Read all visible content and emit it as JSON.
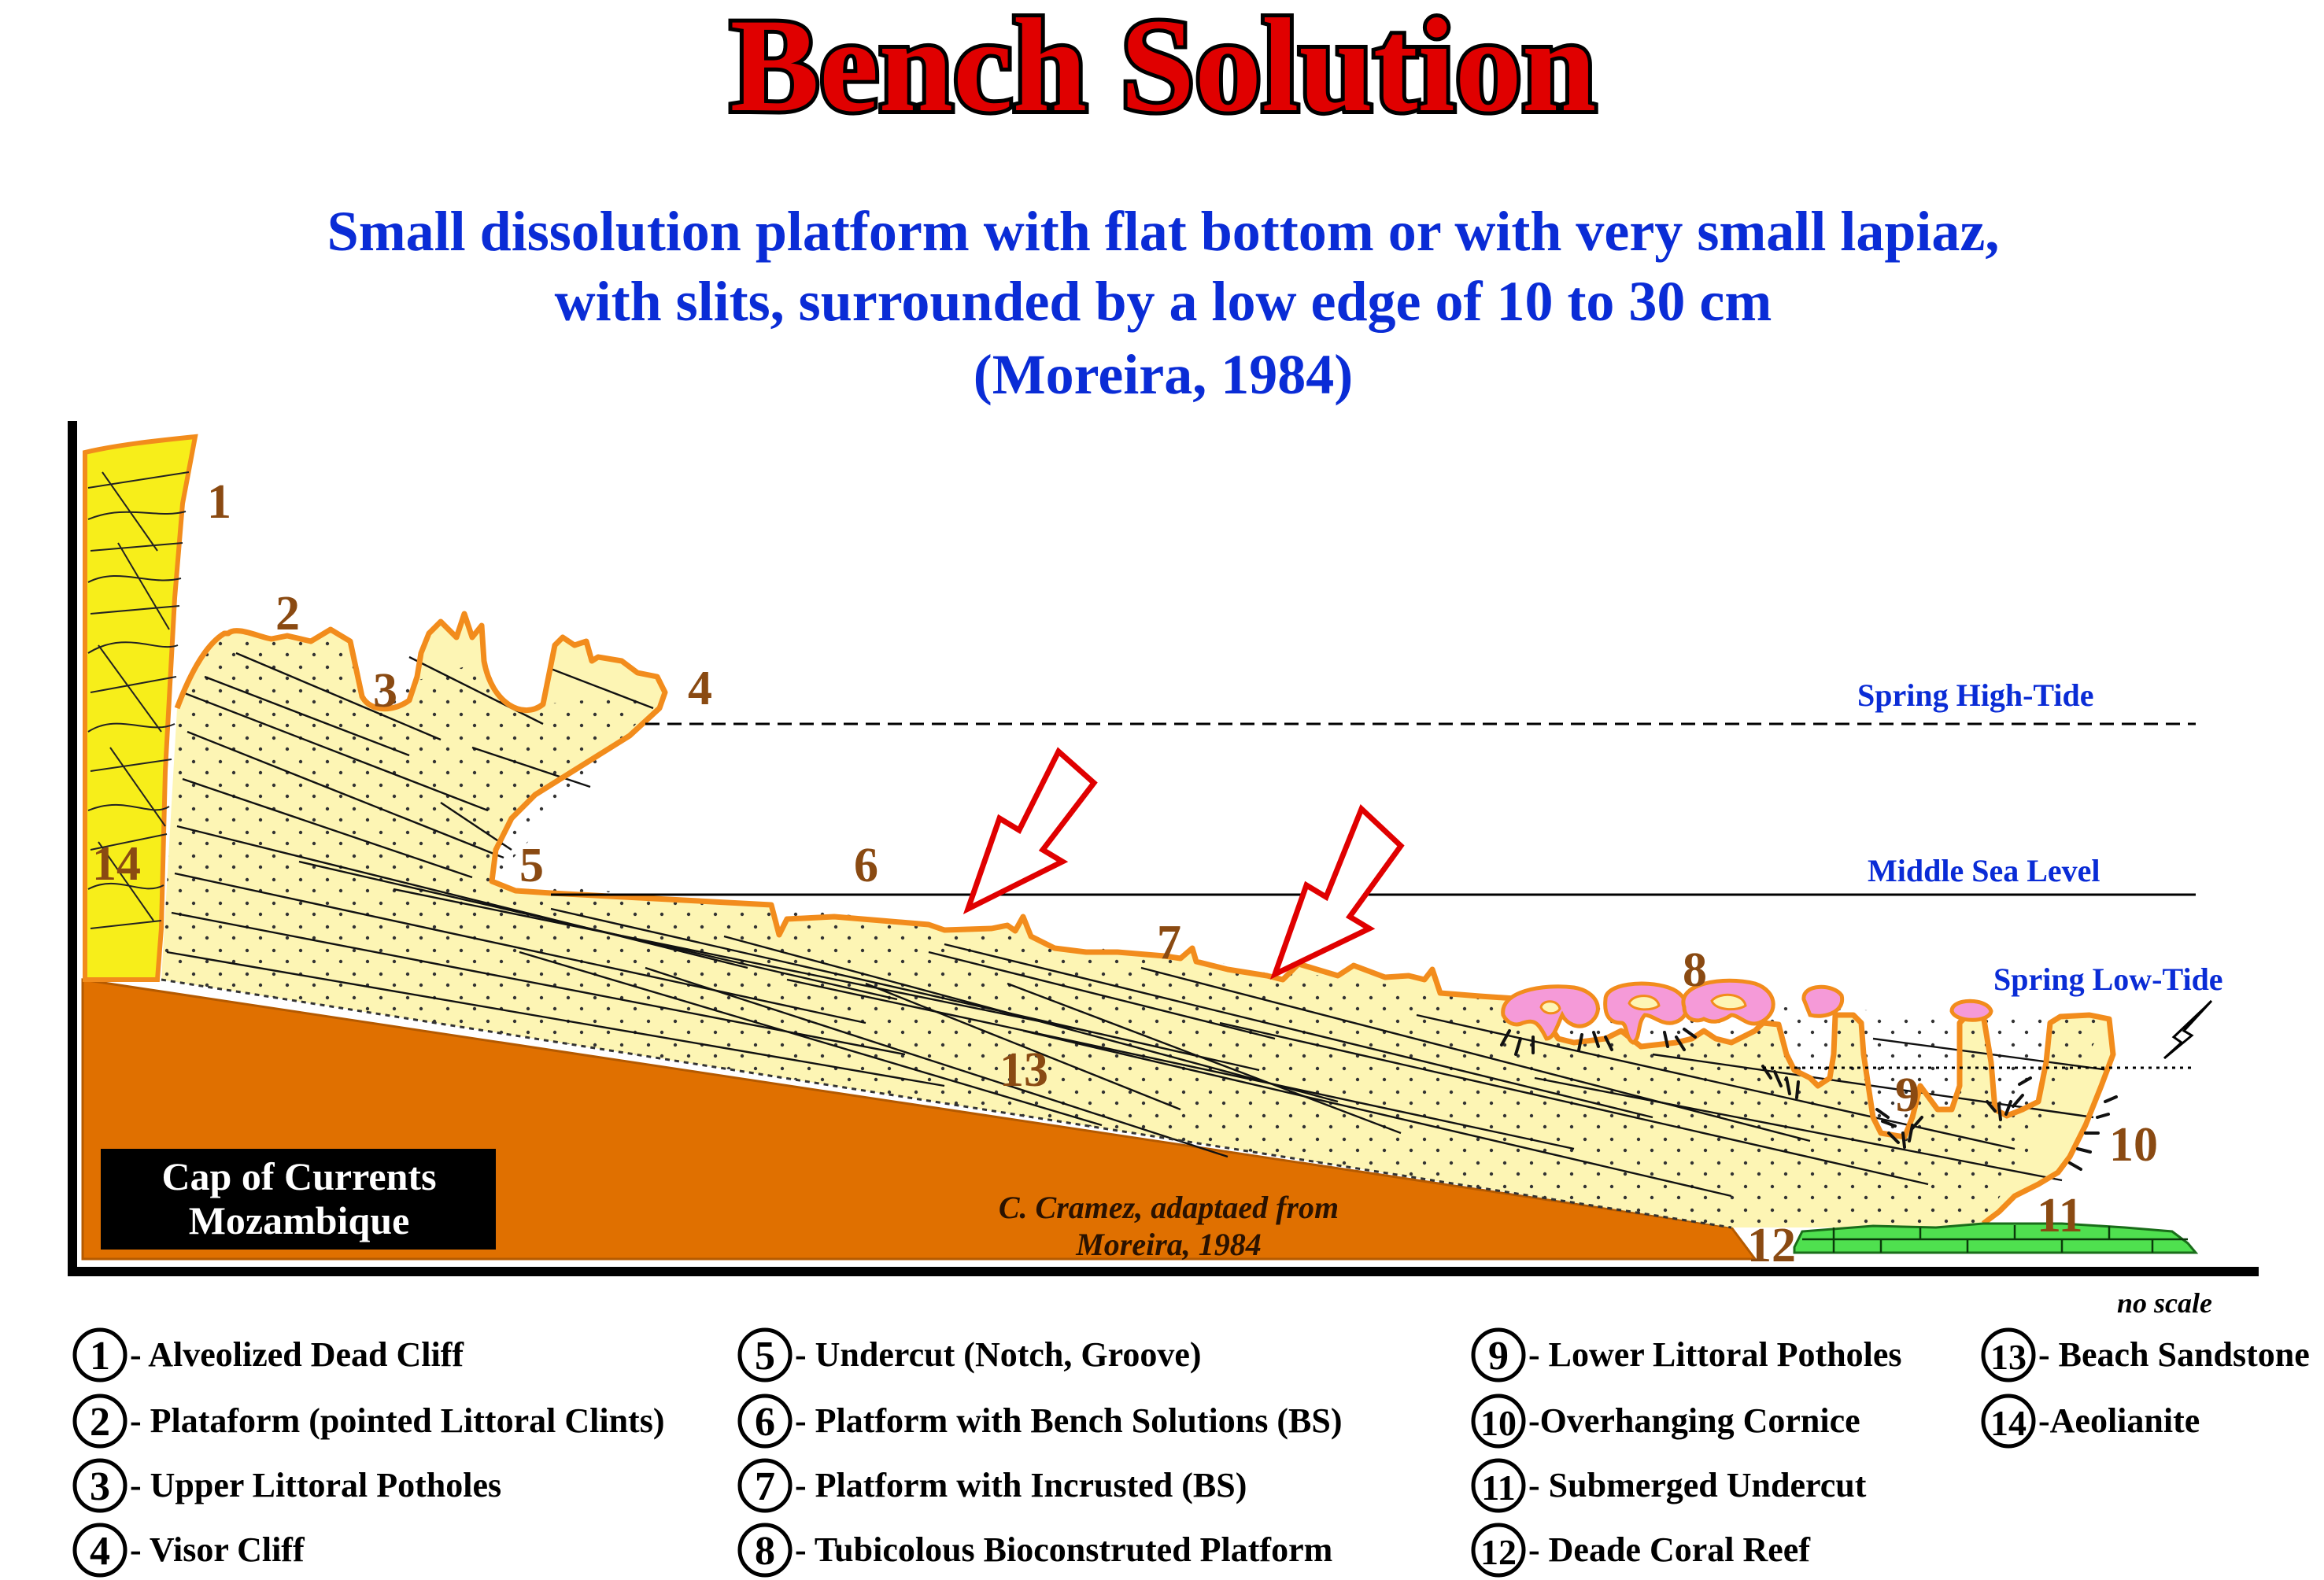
{
  "title": "Bench Solution",
  "subtitle": {
    "line1": "Small dissolution platform with flat bottom or with very small lapiaz,",
    "line2": "with slits, surrounded by a low edge of 10 to 30 cm",
    "line3": "(Moreira, 1984)"
  },
  "tide_levels": {
    "spring_high": "Spring High-Tide",
    "middle": "Middle Sea Level",
    "spring_low": "Spring Low-Tide"
  },
  "diagram_numbers": [
    "1",
    "2",
    "3",
    "4",
    "5",
    "6",
    "7",
    "8",
    "9",
    "10",
    "11",
    "12",
    "13",
    "14"
  ],
  "location_box": {
    "line1": "Cap of Currents",
    "line2": "Mozambique"
  },
  "credit": {
    "line1": "C. Cramez, adaptaed from",
    "line2": "Moreira, 1984"
  },
  "scale_note": "no scale",
  "legend": [
    {
      "num": "1",
      "text": "- Alveolized Dead Cliff"
    },
    {
      "num": "2",
      "text": "- Plataform  (pointed Littoral Clints)"
    },
    {
      "num": "3",
      "text": "- Upper Littoral Potholes"
    },
    {
      "num": "4",
      "text": "- Visor Cliff"
    },
    {
      "num": "5",
      "text": "- Undercut (Notch, Groove)"
    },
    {
      "num": "6",
      "text": "- Platform with Bench Solutions (BS)"
    },
    {
      "num": "7",
      "text": "- Platform with Incrusted (BS)"
    },
    {
      "num": "8",
      "text": "- Tubicolous Bioconstruted Platform"
    },
    {
      "num": "9",
      "text": "- Lower Littoral Potholes"
    },
    {
      "num": "10",
      "text": "-Overhanging Cornice"
    },
    {
      "num": "11",
      "text": "- Submerged Undercut"
    },
    {
      "num": "12",
      "text": "- Deade Coral Reef"
    },
    {
      "num": "13",
      "text": "- Beach Sandstone"
    },
    {
      "num": "14",
      "text": "-Aeolianite"
    }
  ],
  "colors": {
    "title_red": "#e00000",
    "subtitle_blue": "#0a2cd6",
    "sandstone_fill": "#fdf5b4",
    "aeolianite_fill": "#f7ee1a",
    "basement_fill": "#e07000",
    "outline_orange": "#f28c1c",
    "bio_pink": "#f59ad8",
    "reef_green": "#4fe04f",
    "arrow_red": "#e00000"
  }
}
